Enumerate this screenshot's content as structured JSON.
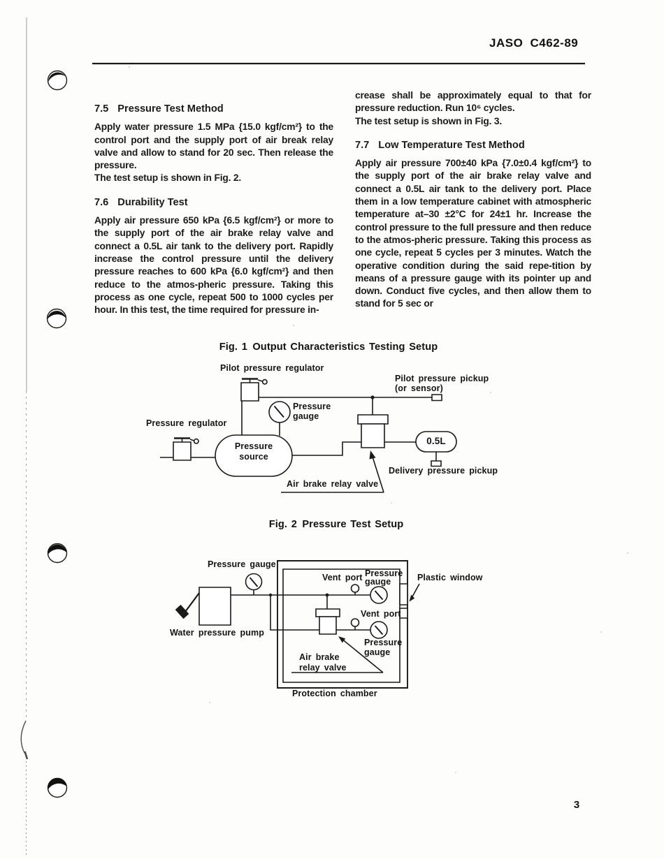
{
  "header": {
    "doc_number": "JASO C462-89"
  },
  "page": {
    "number": "3"
  },
  "columns": {
    "left": {
      "h1": {
        "num": "7.5",
        "title": "Pressure Test Method"
      },
      "p1": "Apply water pressure 1.5 MPa {15.0 kgf/cm²} to the control port and the supply port of air break relay valve and allow to stand for 20 sec. Then release the pressure.",
      "p2": {
        "pre": "The test setup is shown in ",
        "fig": "Fig. 2",
        "post": "."
      },
      "h2": {
        "num": "7.6",
        "title": "Durability Test"
      },
      "p3": "Apply air pressure 650 kPa {6.5 kgf/cm²} or more to the supply port of the air brake relay valve and connect a 0.5L air tank to the delivery port. Rapidly increase the control pressure until the delivery pressure reaches to 600 kPa {6.0 kgf/cm²} and then reduce to the atmos-pheric pressure. Taking this process as one cycle, repeat 500 to 1000 cycles per hour. In this test, the time required for pressure in-"
    },
    "right": {
      "p1": "crease shall be approximately equal to that for pressure reduction. Run 10⁶ cycles.",
      "p2": {
        "pre": "The test setup is shown in ",
        "fig": "Fig. 3",
        "post": "."
      },
      "h1": {
        "num": "7.7",
        "title": "Low Temperature Test Method"
      },
      "p3": "Apply air pressure 700±40 kPa {7.0±0.4 kgf/cm²} to the supply port of the air brake relay valve and connect a 0.5L air tank to the delivery port. Place them in a low temperature cabinet with atmospheric temperature at–30 ±2°C for 24±1 hr. Increase the control pressure to the full pressure and then reduce to the atmos-pheric pressure. Taking this process as one cycle, repeat 5 cycles per 3 minutes. Watch the operative condition during the said repe-tition by means of a pressure gauge with its pointer up and down. Conduct five cycles, and then allow them to stand for 5 sec or"
    }
  },
  "fig1": {
    "title": "Fig. 1 Output Characteristics Testing Setup",
    "labels": {
      "pilot_regulator": "Pilot pressure regulator",
      "pickup_line1": "Pilot pressure pickup",
      "pickup_line2": "(or sensor)",
      "gauge_line1": "Pressure",
      "gauge_line2": "gauge",
      "regulator": "Pressure regulator",
      "source_line1": "Pressure",
      "source_line2": "source",
      "tank": "0.5L",
      "delivery_pickup": "Delivery pressure pickup",
      "relay_valve": "Air brake relay valve"
    }
  },
  "fig2": {
    "title": "Fig. 2 Pressure Test Setup",
    "labels": {
      "gauge_outside": "Pressure gauge",
      "vent_upper": "Vent port",
      "gauge_up_line1": "Pressure",
      "gauge_up_line2": "gauge",
      "plastic_window": "Plastic window",
      "vent_lower": "Vent port",
      "gauge_lo_line1": "Pressure",
      "gauge_lo_line2": "gauge",
      "pump": "Water pressure pump",
      "relay_line1": "Air brake",
      "relay_line2": "relay valve",
      "chamber": "Protection chamber"
    }
  }
}
